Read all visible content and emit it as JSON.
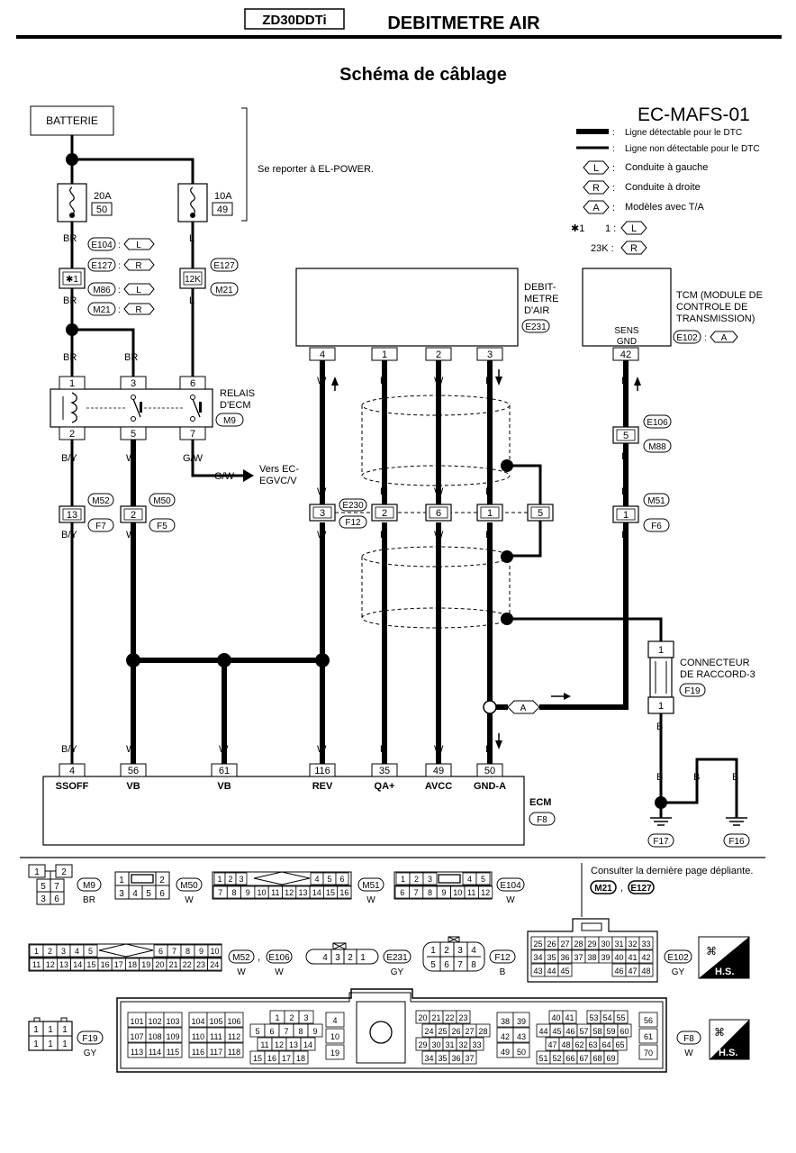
{
  "header": {
    "model_code": "ZD30DDTi",
    "title": "DEBITMETRE AIR",
    "subtitle": "Schéma de câblage",
    "diagram_code": "EC-MAFS-01"
  },
  "legend": {
    "dtc_line": "Ligne détectable pour le DTC",
    "non_dtc_line": "Ligne non détectable pour le DTC",
    "left_drive_sym": "L",
    "left_drive": "Conduite à gauche",
    "right_drive_sym": "R",
    "right_drive": "Conduite à droite",
    "at_sym": "A",
    "at_models": "Modèles avec T/A",
    "note_star": "✱1",
    "note_1": "1 :",
    "note_23k": "23K :"
  },
  "sep": ":",
  "colon": ":",
  "battery": "BATTERIE",
  "el_power_ref": "Se reporter à EL-POWER.",
  "fuses": [
    {
      "amps": "20A",
      "num": "50"
    },
    {
      "amps": "10A",
      "num": "49"
    }
  ],
  "wire_colors": {
    "br": "BR",
    "l": "L",
    "by": "B/Y",
    "w": "W",
    "gw": "G/W",
    "r": "R",
    "b": "B"
  },
  "connectors": {
    "e104": "E104",
    "e127": "E127",
    "m86": "M86",
    "m21": "M21",
    "star1": "✱1",
    "k12": "12K",
    "sym_l": "L",
    "sym_r": "R",
    "sym_a": "A",
    "m52": "M52",
    "f7": "F7",
    "m50": "M50",
    "f5": "F5",
    "e230": "E230",
    "f12": "F12",
    "e231": "E231",
    "e106": "E106",
    "m88": "M88",
    "m51": "M51",
    "f6": "F6",
    "f19": "F19",
    "f17": "F17",
    "f16": "F16",
    "f8": "F8",
    "e102": "E102",
    "m9": "M9"
  },
  "maf": {
    "label_1": "DEBIT-",
    "label_2": "METRE",
    "label_3": "D'AIR",
    "pins": [
      "4",
      "1",
      "2",
      "3"
    ]
  },
  "tcm": {
    "label_1": "TCM (MODULE DE",
    "label_2": "CONTROLE DE",
    "label_3": "TRANSMISSION)",
    "sens": "SENS",
    "gnd": "GND",
    "pin": "42"
  },
  "relay": {
    "label_1": "RELAIS",
    "label_2": "D'ECM",
    "top_pins": [
      "1",
      "3",
      "6"
    ],
    "bot_pins": [
      "2",
      "5",
      "7"
    ]
  },
  "egvc_ref": {
    "line_1": "Vers EC-",
    "line_2": "EGVC/V"
  },
  "inline_pins": {
    "m52": "13",
    "m50": "2",
    "e230_a": "3",
    "e230_b": "2",
    "e230_c": "6",
    "e230_d": "1",
    "e230_e": "5",
    "e106": "5",
    "m51": "1",
    "f19_top": "1",
    "f19_bot": "1"
  },
  "raccord": {
    "line_1": "CONNECTEUR",
    "line_2": "DE RACCORD-3"
  },
  "ecm": {
    "label": "ECM",
    "pins": [
      {
        "num": "4",
        "name": "SSOFF"
      },
      {
        "num": "56",
        "name": "VB"
      },
      {
        "num": "61",
        "name": "VB"
      },
      {
        "num": "116",
        "name": "REV"
      },
      {
        "num": "35",
        "name": "QA+"
      },
      {
        "num": "49",
        "name": "AVCC"
      },
      {
        "num": "50",
        "name": "GND-A"
      }
    ]
  },
  "footer": {
    "consult": "Consulter la dernière page dépliante.",
    "comma": ",",
    "hs": "H.S.",
    "col_br": "BR",
    "col_w": "W",
    "col_gy": "GY",
    "col_b": "B"
  },
  "conn_faces": {
    "m9_r1": [
      "1",
      "2"
    ],
    "m9_r2": [
      "5",
      "7"
    ],
    "m9_r3": [
      "3",
      "6"
    ],
    "m50_r1": [
      "1",
      "2"
    ],
    "m50_r2": [
      "3",
      "4",
      "5",
      "6"
    ],
    "m51_r1": [
      "1",
      "2",
      "3",
      "4",
      "5",
      "6"
    ],
    "m51_r2": [
      "7",
      "8",
      "9",
      "10",
      "11",
      "12",
      "13",
      "14",
      "15",
      "16"
    ],
    "e104_r1": [
      "1",
      "2",
      "3",
      "4",
      "5"
    ],
    "e104_r2": [
      "6",
      "7",
      "8",
      "9",
      "10",
      "11",
      "12"
    ],
    "m52_r1": [
      "1",
      "2",
      "3",
      "4",
      "5",
      "6",
      "7",
      "8",
      "9",
      "10"
    ],
    "m52_r2": [
      "11",
      "12",
      "13",
      "14",
      "15",
      "16",
      "17",
      "18",
      "19",
      "20",
      "21",
      "22",
      "23",
      "24"
    ],
    "e231": [
      "4",
      "3",
      "2",
      "1"
    ],
    "f12_r1": [
      "1",
      "2",
      "3",
      "4"
    ],
    "f12_r2": [
      "5",
      "6",
      "7",
      "8"
    ],
    "e102_r1": [
      "25",
      "26",
      "27",
      "28",
      "29",
      "30",
      "31",
      "32",
      "33"
    ],
    "e102_r2": [
      "34",
      "35",
      "36",
      "37",
      "38",
      "39",
      "40",
      "41",
      "42"
    ],
    "e102_r3": [
      "43",
      "44",
      "45",
      "46",
      "47",
      "48"
    ],
    "f19": [
      "1",
      "1",
      "1",
      "1",
      "1",
      "1"
    ],
    "f8_a1": [
      "101",
      "102",
      "103"
    ],
    "f8_a2": [
      "107",
      "108",
      "109"
    ],
    "f8_a3": [
      "113",
      "114",
      "115"
    ],
    "f8_b1": [
      "104",
      "105",
      "106"
    ],
    "f8_b2": [
      "110",
      "111",
      "112"
    ],
    "f8_b3": [
      "116",
      "117",
      "118"
    ],
    "f8_c1": [
      "1",
      "2",
      "3"
    ],
    "f8_c2": [
      "5",
      "6",
      "7",
      "8",
      "9"
    ],
    "f8_c3": [
      "11",
      "12",
      "13",
      "14"
    ],
    "f8_c4": [
      "15",
      "16",
      "17",
      "18"
    ],
    "f8_d": [
      "4",
      "10",
      "19"
    ],
    "f8_e1": [
      "20",
      "21",
      "22",
      "23"
    ],
    "f8_e2": [
      "24",
      "25",
      "26",
      "27",
      "28"
    ],
    "f8_e3": [
      "29",
      "30",
      "31",
      "32",
      "33"
    ],
    "f8_e4": [
      "34",
      "35",
      "36",
      "37"
    ],
    "f8_f1": [
      "38",
      "39"
    ],
    "f8_f2": [
      "42",
      "43"
    ],
    "f8_f3": [
      "49",
      "50"
    ],
    "f8_g1": [
      "40",
      "41",
      "53",
      "54",
      "55"
    ],
    "f8_g2": [
      "44",
      "45",
      "46",
      "57",
      "58",
      "59",
      "60"
    ],
    "f8_g3": [
      "47",
      "48",
      "62",
      "63",
      "64",
      "65"
    ],
    "f8_g4": [
      "51",
      "52",
      "66",
      "67",
      "68",
      "69"
    ],
    "f8_h": [
      "56",
      "61",
      "70"
    ]
  }
}
